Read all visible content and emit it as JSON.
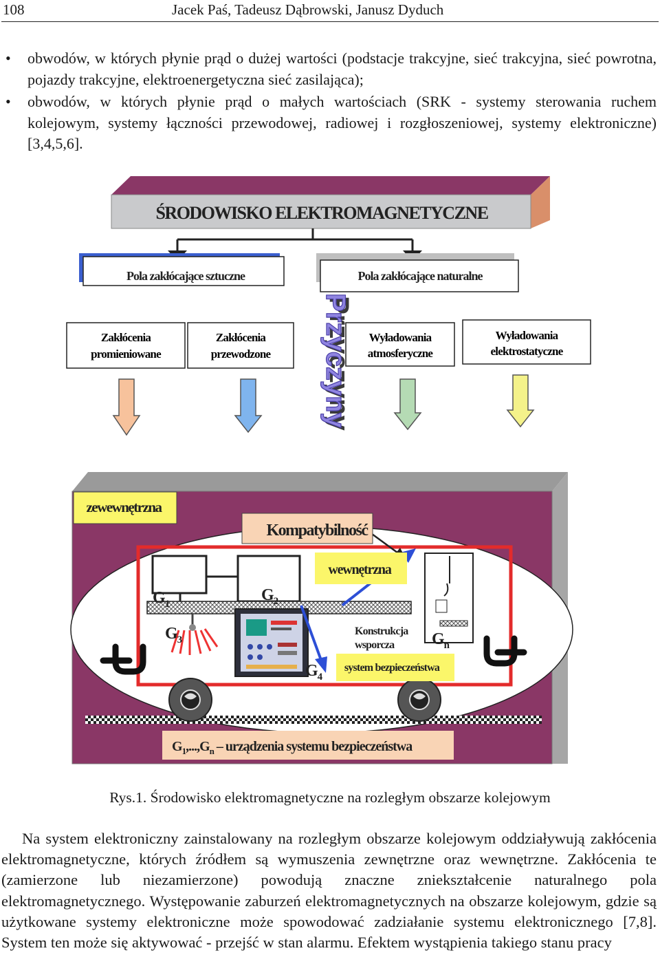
{
  "header": {
    "page_number": "108",
    "authors": "Jacek Paś, Tadeusz Dąbrowski, Janusz Dyduch"
  },
  "bullets": [
    "obwodów, w których płynie prąd o dużej wartości (podstacje trakcyjne, sieć trakcyjna, sieć powrotna, pojazdy trakcyjne, elektroenergetyczna sieć zasilająca);",
    "obwodów, w których płynie prąd o małych wartościach (SRK - systemy sterowania ruchem kolejowym, systemy łączności przewodowej, radiowej i rozgłoszeniowej, systemy elektroniczne) [3,4,5,6]."
  ],
  "figure": {
    "title": "ŚRODOWISKO ELEKTROMAGNETYCZNE",
    "field_artificial": "Pola zakłócające sztuczne",
    "field_natural": "Pola zakłócające naturalne",
    "causes_label": "Przyczyny",
    "box1_line1": "Zakłócenia",
    "box1_line2": "promieniowane",
    "box2_line1": "Zakłócenia",
    "box2_line2": "przewodzone",
    "box3_line1": "Wyładowania",
    "box3_line2": "atmosferyczne",
    "box4_line1": "Wyładowania",
    "box4_line2": "elektrostatyczne",
    "external": "zewewnętrzna",
    "compatibility": "Kompatybilność",
    "internal": "wewnętrzna",
    "g1": "G",
    "g1_sub": "1",
    "g2": "G",
    "g2_sub": "2",
    "g3": "G",
    "g3_sub": "3",
    "g4": "G",
    "g4_sub": "4",
    "gn": "G",
    "gn_sub": "n",
    "support_line1": "Konstrukcja",
    "support_line2": "wsporcza",
    "safety_system": "system bezpieczeństwa",
    "legend_prefix": "G",
    "legend_sub1": "1",
    "legend_mid": ",...,G",
    "legend_subn": "n",
    "legend_text": " – urządzenia systemu bezpieczeństwa",
    "colors": {
      "magenta_bg": "#8a3766",
      "title_box": "#c9cacc",
      "title_shadow": "#d98f6a",
      "blue_shadow": "#3b5fcf",
      "arrow_orange": "#f7c29c",
      "arrow_blue": "#7fb4ee",
      "arrow_green": "#b5dbb4",
      "arrow_yellow": "#f4f28a",
      "label_yellow": "#fbf66a",
      "label_peach": "#f9d4b5",
      "red_frame": "#e32b2b",
      "causes_purple": "#8f84e0"
    }
  },
  "caption": "Rys.1. Środowisko elektromagnetyczne na rozległym obszarze kolejowym",
  "paragraph": "Na system elektroniczny zainstalowany na rozległym obszarze kolejowym oddziaływują zakłócenia elektromagnetyczne, których źródłem są wymuszenia zewnętrzne oraz wewnętrzne. Zakłócenia te (zamierzone lub niezamierzone) powodują znaczne zniekształcenie naturalnego pola elektromagnetycznego. Występowanie zaburzeń elektromagnetycznych na obszarze kolejowym, gdzie są użytkowane systemy elektroniczne może spowodować zadziałanie systemu elektronicznego [7,8]. System ten może się aktywować  - przejść w stan alarmu. Efektem wystąpienia takiego stanu pracy"
}
